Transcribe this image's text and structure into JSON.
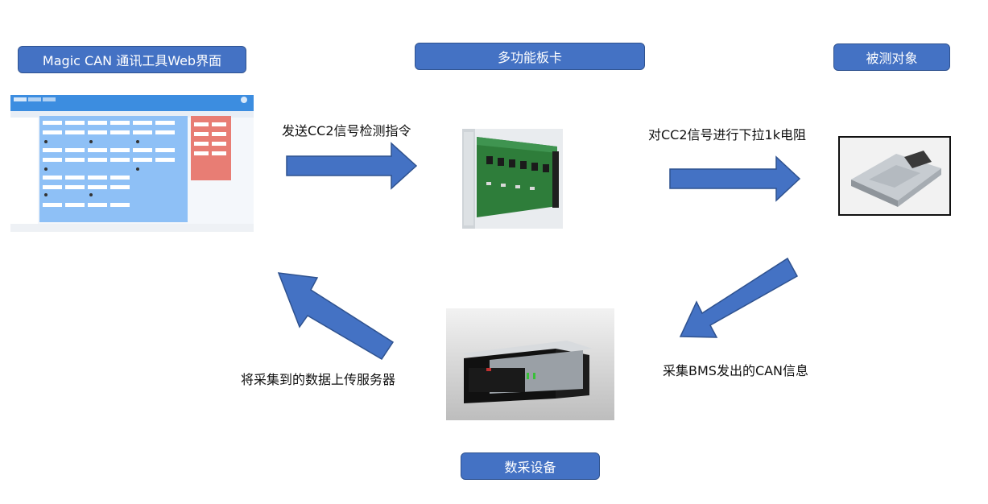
{
  "boxes": {
    "web_ui": "Magic CAN 通讯工具Web界面",
    "board": "多功能板卡",
    "dut": "被测对象",
    "daq": "数采设备"
  },
  "captions": {
    "send_cmd": "发送CC2信号检测指令",
    "pulldown": "对CC2信号进行下拉1k电阻",
    "collect_can": "采集BMS发出的CAN信息",
    "upload": "将采集到的数据上传服务器"
  },
  "colors": {
    "box_fill": "#4472c4",
    "box_border": "#2f528f",
    "arrow_fill": "#4472c4",
    "arrow_stroke": "#2f528f"
  }
}
